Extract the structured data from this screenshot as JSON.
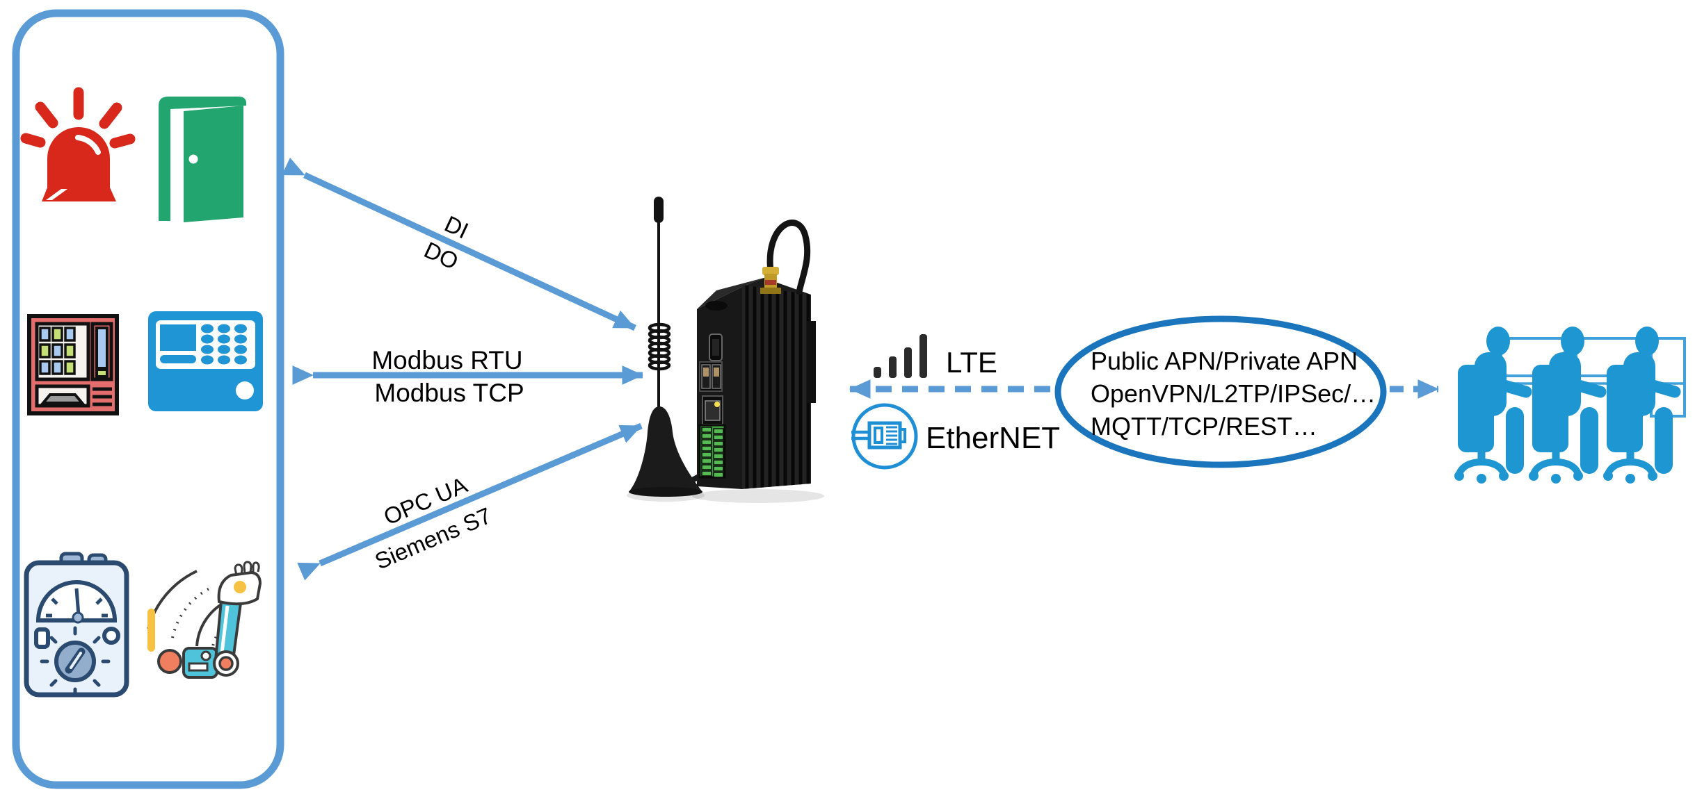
{
  "left_panel": {
    "description": "field devices group box",
    "icons": [
      {
        "name": "alarm-light-icon"
      },
      {
        "name": "door-icon"
      },
      {
        "name": "vending-machine-icon"
      },
      {
        "name": "control-panel-icon"
      },
      {
        "name": "meter-icon"
      },
      {
        "name": "robot-arm-icon"
      }
    ]
  },
  "gateway": {
    "name": "industrial-iot-gateway",
    "parts": [
      "whip-antenna",
      "antenna-coil",
      "magnetic-base",
      "sma-pigtail-cable",
      "hdmi-port",
      "usb-ports",
      "ethernet-port",
      "terminal-block",
      "cooling-fins"
    ]
  },
  "connections": {
    "di_do": {
      "line1": "DI",
      "line2": "DO"
    },
    "modbus": {
      "line1": "Modbus RTU",
      "line2": "Modbus TCP"
    },
    "opc": {
      "line1": "OPC UA",
      "line2": "Siemens S7"
    }
  },
  "wan": {
    "lte_label": "LTE",
    "ethernet_label": "EtherNET"
  },
  "cloud_ellipse": {
    "line1": "Public APN/Private APN",
    "line2": "OpenVPN/L2TP/IPSec/…",
    "line3": "MQTT/TCP/REST…"
  },
  "remote_side": {
    "icon": "operators-at-desks-icon"
  },
  "colors": {
    "arrow_blue": "#5B9BD5",
    "panel_border_blue": "#5B9BD5",
    "ellipse_border_blue": "#1B75BC",
    "people_blue": "#1E96D2",
    "control_panel_blue": "#2095D5",
    "ethernet_icon_blue": "#1E8FD5",
    "alarm_red": "#D7281B",
    "door_green": "#23A56F",
    "lte_bars_dark": "#2B2B2B",
    "terminal_block_green": "#55B954",
    "text_black": "#000000"
  }
}
